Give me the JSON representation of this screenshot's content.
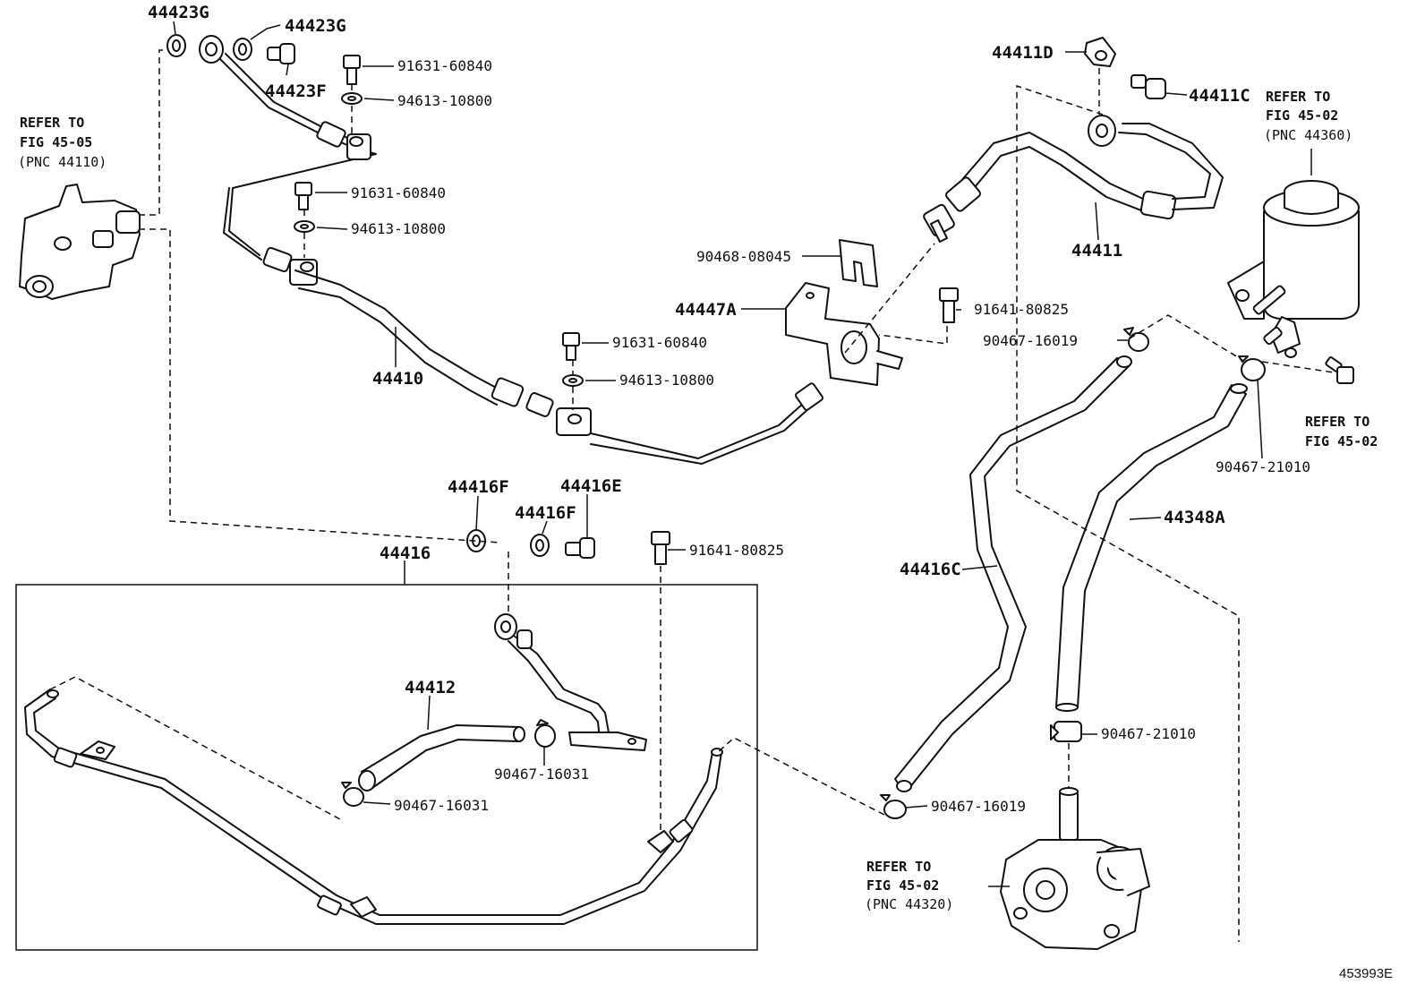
{
  "figure_id": "453993E",
  "parts": {
    "p44423g_a": "44423G",
    "p44423g_b": "44423G",
    "p44423f": "44423F",
    "p44410": "44410",
    "p44411": "44411",
    "p44411c": "44411C",
    "p44411d": "44411D",
    "p44447a": "44447A",
    "p44416": "44416",
    "p44416c": "44416C",
    "p44416e": "44416E",
    "p44416f_a": "44416F",
    "p44416f_b": "44416F",
    "p44412": "44412",
    "p44348a": "44348A"
  },
  "fasteners": {
    "bolt_91631_a": "91631-60840",
    "washer_94613_a": "94613-10800",
    "bolt_91631_b": "91631-60840",
    "washer_94613_b": "94613-10800",
    "bolt_91631_c": "91631-60840",
    "washer_94613_c": "94613-10800",
    "clip_90468": "90468-08045",
    "bolt_91641_a": "91641-80825",
    "bolt_91641_b": "91641-80825",
    "clamp_16019_a": "90467-16019",
    "clamp_16019_b": "90467-16019",
    "clamp_21010_a": "90467-21010",
    "clamp_21010_b": "90467-21010",
    "clamp_16031_a": "90467-16031",
    "clamp_16031_b": "90467-16031"
  },
  "refs": {
    "gear": {
      "l1": "REFER TO",
      "l2": "FIG 45-05",
      "l3": "(PNC 44110)"
    },
    "reservoir": {
      "l1": "REFER TO",
      "l2": "FIG 45-02",
      "l3": "(PNC 44360)"
    },
    "bracket": {
      "l1": "REFER TO",
      "l2": "FIG 45-02"
    },
    "pump": {
      "l1": "REFER TO",
      "l2": "FIG 45-02",
      "l3": "(PNC 44320)"
    }
  }
}
